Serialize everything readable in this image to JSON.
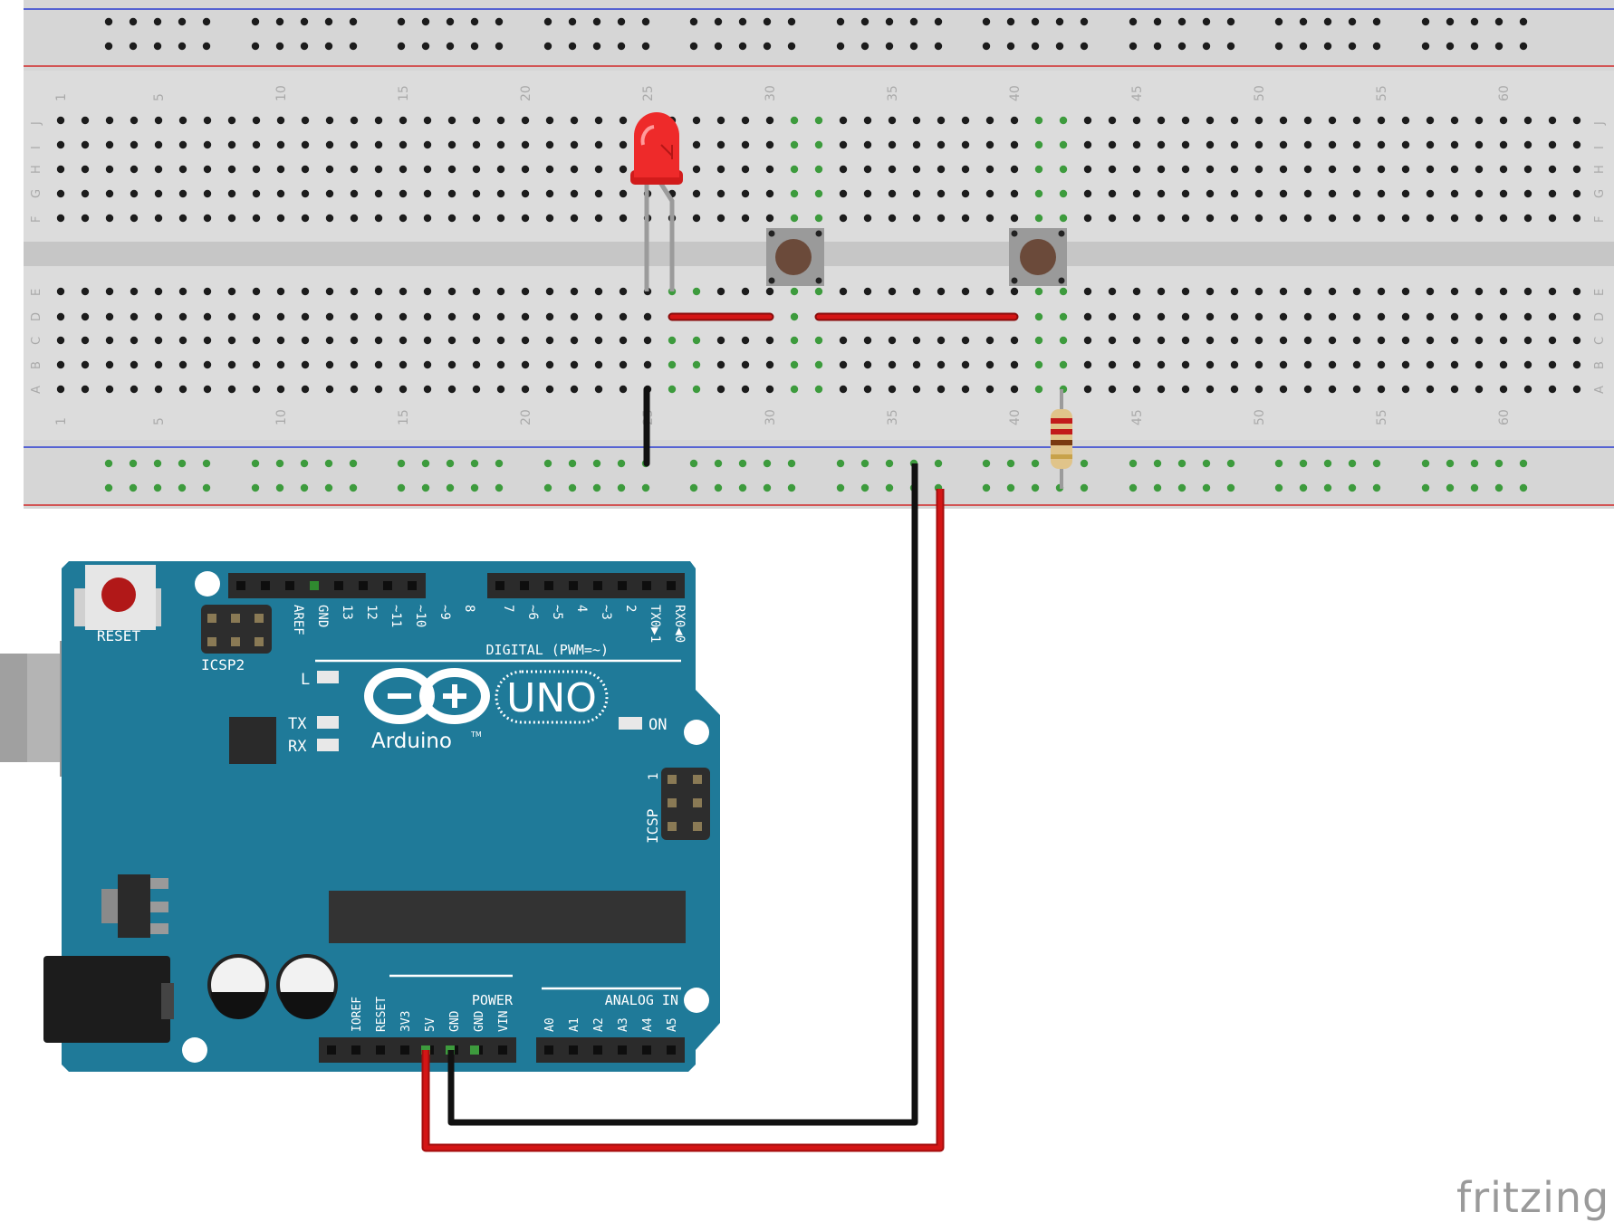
{
  "breadboard": {
    "col_numbers": [
      "1",
      "5",
      "10",
      "15",
      "20",
      "25",
      "30",
      "35",
      "40",
      "45",
      "50",
      "55",
      "60"
    ],
    "rows_top": [
      "J",
      "I",
      "H",
      "G",
      "F"
    ],
    "rows_bottom": [
      "E",
      "D",
      "C",
      "B",
      "A"
    ]
  },
  "arduino": {
    "reset_label": "RESET",
    "icsp2_label": "ICSP2",
    "icsp_label": "ICSP",
    "icsp_pin1": "1",
    "digital_label": "DIGITAL (PWM=~)",
    "digital_pins": [
      "AREF",
      "GND",
      "13",
      "12",
      "~11",
      "~10",
      "~9",
      "8",
      "7",
      "~6",
      "~5",
      "4",
      "~3",
      "2",
      "TX0▶1",
      "RX0◀0"
    ],
    "led_l": "L",
    "led_tx": "TX",
    "led_rx": "RX",
    "led_on": "ON",
    "brand": "Arduino",
    "tm": "TM",
    "model": "UNO",
    "power_label": "POWER",
    "analog_label": "ANALOG IN",
    "power_pins": [
      "IOREF",
      "RESET",
      "3V3",
      "5V",
      "GND",
      "GND",
      "VIN"
    ],
    "analog_pins": [
      "A0",
      "A1",
      "A2",
      "A3",
      "A4",
      "A5"
    ]
  },
  "watermark": "fritzing",
  "colors": {
    "board_blue": "#1f7a99",
    "wire_red": "#cc1111",
    "wire_black": "#1a1a1a",
    "led_red": "#ee2222",
    "breadboard": "#dddddd",
    "rail_blue": "#2a3bd1",
    "rail_red": "#d12a2a",
    "hole_active": "#4caf50"
  }
}
